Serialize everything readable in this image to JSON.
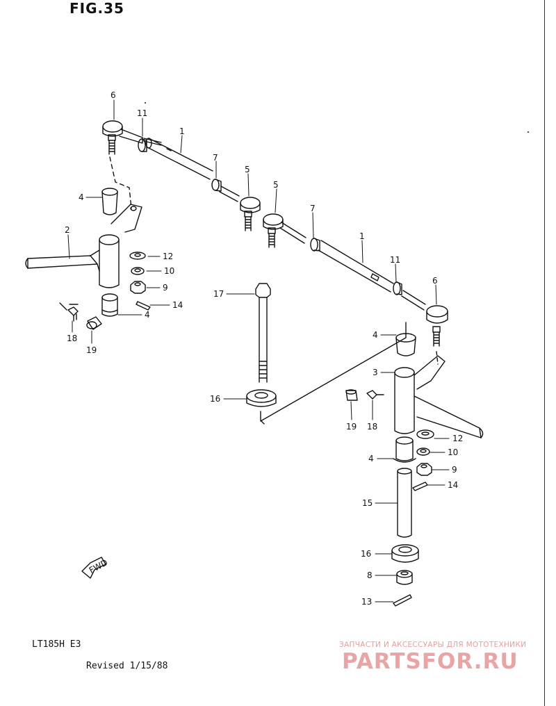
{
  "header": {
    "figure": "FIG.35"
  },
  "footer": {
    "model": "LT185H E3",
    "revised": "Revised 1/15/88"
  },
  "watermark": {
    "line": "ЗАПЧАСТИ И АКСЕССУАРЫ ДЛЯ МОТОТЕХНИКИ",
    "logo": "PARTSFOR.RU",
    "color": "#e8a5a5"
  },
  "arrow": {
    "label": "FWD"
  },
  "callouts": {
    "l1a": "1",
    "l1b": "1",
    "l2": "2",
    "l3": "3",
    "l4a": "4",
    "l4b": "4",
    "l4c": "4",
    "l4d": "4",
    "l5a": "5",
    "l5b": "5",
    "l6a": "6",
    "l6b": "6",
    "l7a": "7",
    "l7b": "7",
    "l8": "8",
    "l9a": "9",
    "l9b": "9",
    "l10a": "10",
    "l10b": "10",
    "l11a": "11",
    "l11b": "11",
    "l12a": "12",
    "l12b": "12",
    "l13": "13",
    "l14a": "14",
    "l14b": "14",
    "l15": "15",
    "l16a": "16",
    "l16b": "16",
    "l17": "17",
    "l18a": "18",
    "l18b": "18",
    "l19a": "19",
    "l19b": "19"
  }
}
